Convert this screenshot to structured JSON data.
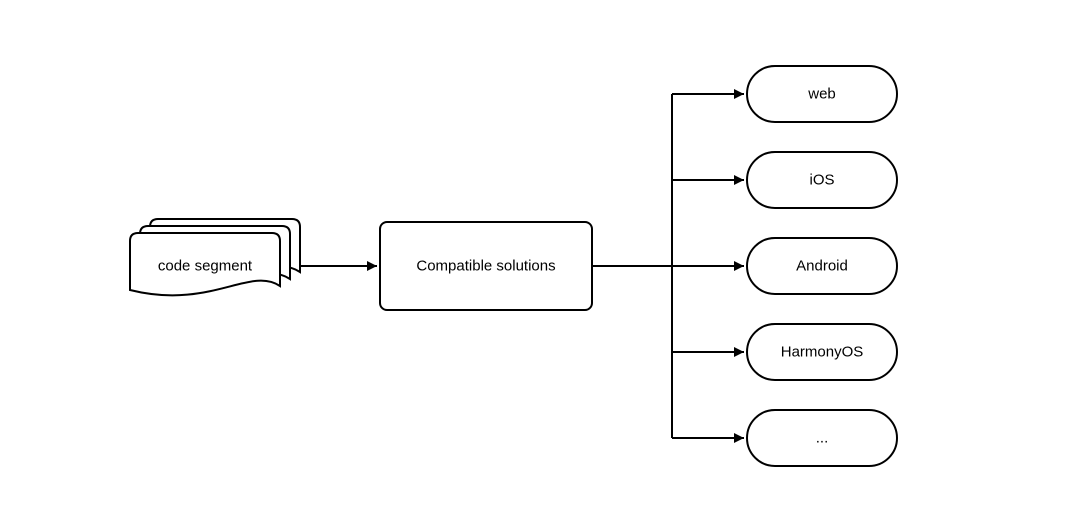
{
  "diagram": {
    "source": {
      "label": "code segment"
    },
    "process": {
      "label": "Compatible solutions"
    },
    "targets": [
      {
        "label": "web"
      },
      {
        "label": "iOS"
      },
      {
        "label": "Android"
      },
      {
        "label": "HarmonyOS"
      },
      {
        "label": "..."
      }
    ],
    "colors": {
      "stroke": "#000000",
      "fill": "#ffffff",
      "text": "#000000"
    }
  }
}
